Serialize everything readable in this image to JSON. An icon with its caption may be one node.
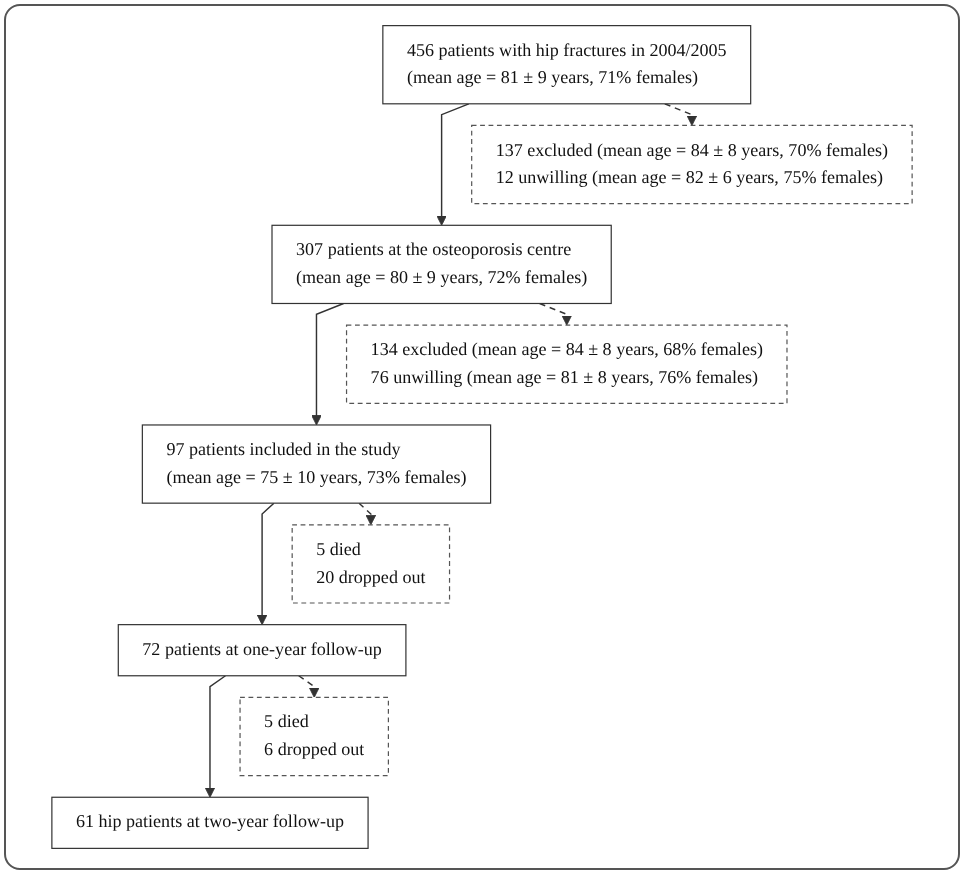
{
  "diagram": {
    "nodes": [
      {
        "text": [
          "456 patients with hip fractures in 2004/2005",
          "(mean age = 81 ± 9 years, 71% females)"
        ]
      },
      {
        "text": [
          "137 excluded (mean age = 84 ± 8 years, 70% females)",
          "12 unwilling (mean age = 82 ± 6 years, 75% females)"
        ]
      },
      {
        "text": [
          "307 patients at the osteoporosis centre",
          "(mean age = 80 ± 9 years, 72% females)"
        ]
      },
      {
        "text": [
          "134 excluded (mean age = 84 ± 8 years, 68% females)",
          "76 unwilling (mean age = 81 ± 8 years, 76% females)"
        ]
      },
      {
        "text": [
          "97 patients included in the study",
          "(mean age = 75 ± 10 years, 73% females)"
        ]
      },
      {
        "text": [
          "5 died",
          "20 dropped out"
        ]
      },
      {
        "text": [
          "72 patients at one-year follow-up"
        ]
      },
      {
        "text": [
          "5 died",
          "6 dropped out"
        ]
      },
      {
        "text": [
          "61 hip patients at two-year follow-up"
        ]
      }
    ],
    "edges": [
      {
        "from": 0,
        "to": 1,
        "arrow": "to",
        "style": "dashed"
      },
      {
        "from": 0,
        "to": 2,
        "arrow": "to"
      },
      {
        "from": 2,
        "to": 3,
        "arrow": "to",
        "style": "dashed"
      },
      {
        "from": 2,
        "to": 4,
        "arrow": "to"
      },
      {
        "from": 4,
        "to": 5,
        "arrow": "to",
        "style": "dashed"
      },
      {
        "from": 4,
        "to": 6,
        "arrow": "to"
      },
      {
        "from": 6,
        "to": 7,
        "arrow": "to",
        "style": "dashed"
      },
      {
        "from": 6,
        "to": 8,
        "arrow": "to"
      }
    ]
  }
}
